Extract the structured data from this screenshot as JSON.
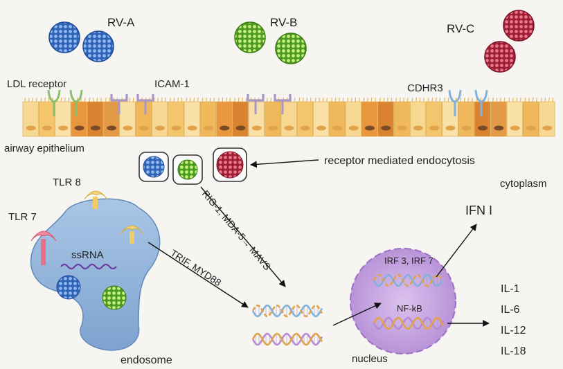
{
  "virus_labels": {
    "rv_a": "RV-A",
    "rv_b": "RV-B",
    "rv_c": "RV-C"
  },
  "receptor_labels": {
    "ldl": "LDL receptor",
    "icam": "ICAM-1",
    "cdhr3": "CDHR3"
  },
  "region_labels": {
    "epithelium": "airway epithelium",
    "cytoplasm": "cytoplasm",
    "endosome": "endosome",
    "nucleus": "nucleus"
  },
  "process_labels": {
    "endocytosis": "receptor mediated endocytosis",
    "rig_pathway": "RIG-1, MDA-5→ MAVS",
    "trif_pathway": "TRIF, MYD88"
  },
  "endosome_labels": {
    "tlr8": "TLR 8",
    "tlr7": "TLR 7",
    "ssrna": "ssRNA"
  },
  "nucleus_labels": {
    "irf": "IRF 3, IRF 7",
    "nfkb": "NF-kB"
  },
  "outputs": {
    "ifn": "IFN I",
    "cytokines": [
      "IL-1",
      "IL-6",
      "IL-12",
      "IL-18"
    ]
  },
  "colors": {
    "rv_a": "#2f63b8",
    "rv_b": "#6ec42f",
    "rv_c": "#b8283f",
    "epithelium": "#f2c56b",
    "endosome": "#8fb3d9",
    "nucleus": "#c9a6e0"
  }
}
